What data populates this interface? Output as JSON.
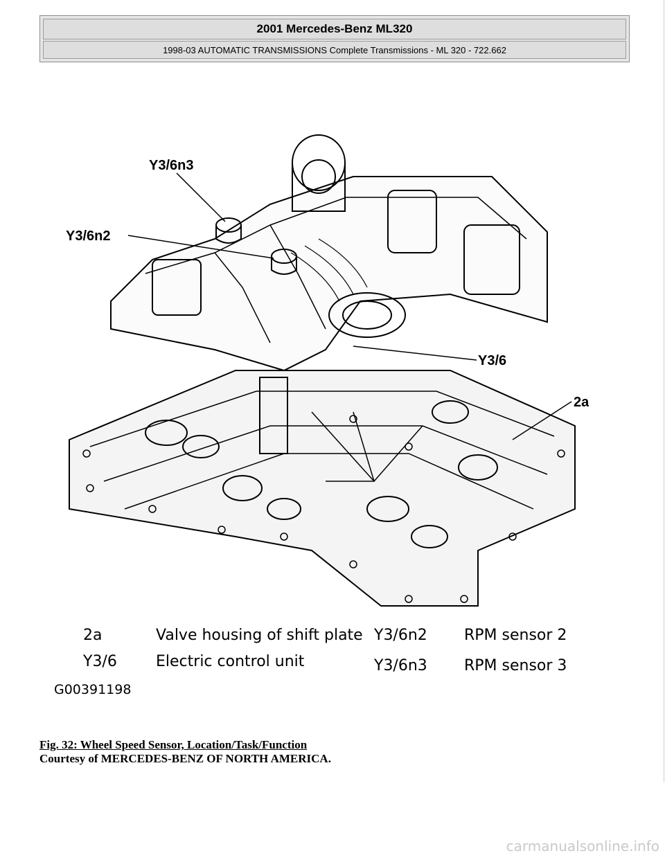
{
  "header": {
    "title": "2001 Mercedes-Benz ML320",
    "subtitle": "1998-03 AUTOMATIC TRANSMISSIONS Complete Transmissions - ML 320 - 722.662"
  },
  "figure": {
    "callouts": [
      {
        "id": "y36n3",
        "label": "Y3/6n3"
      },
      {
        "id": "y36n2",
        "label": "Y3/6n2"
      },
      {
        "id": "y36",
        "label": "Y3/6"
      },
      {
        "id": "2a",
        "label": "2a"
      }
    ]
  },
  "legend": [
    {
      "code": "2a",
      "desc": "Valve housing of shift plate"
    },
    {
      "code": "Y3/6n2",
      "desc": "RPM sensor 2"
    },
    {
      "code": "Y3/6",
      "desc": "Electric control unit"
    },
    {
      "code": "Y3/6n3",
      "desc": "RPM sensor 3"
    }
  ],
  "doc_code": "G00391198",
  "caption": {
    "title": "Fig. 32: Wheel Speed Sensor, Location/Task/Function",
    "credit": "Courtesy of MERCEDES-BENZ OF NORTH AMERICA."
  },
  "watermark": "carmanualsonline.info"
}
